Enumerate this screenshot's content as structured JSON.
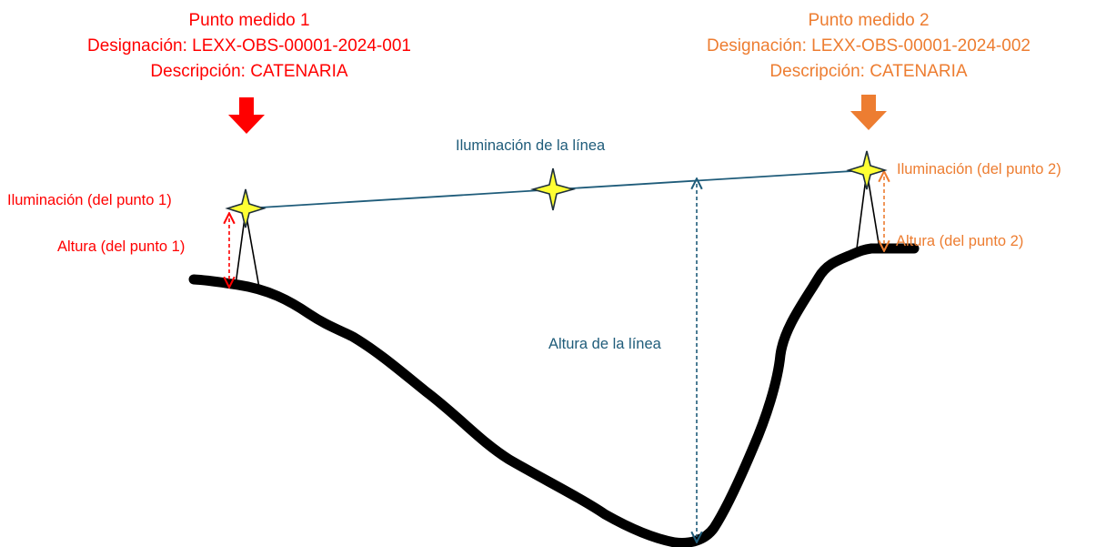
{
  "point1": {
    "title": "Punto medido 1",
    "designation": "Designación: LEXX-OBS-00001-2024-001",
    "description": "Descripción: CATENARIA",
    "illumination_label": "Iluminación (del punto 1)",
    "height_label": "Altura (del punto 1)",
    "color": "#ff0000"
  },
  "point2": {
    "title": "Punto medido 2",
    "designation": "Designación: LEXX-OBS-00001-2024-002",
    "description": "Descripción: CATENARIA",
    "illumination_label": "Iluminación (del punto 2)",
    "height_label": "Altura (del punto 2)",
    "color": "#ed7d31"
  },
  "line": {
    "illumination_label": "Iluminación de la línea",
    "height_label": "Altura de la línea",
    "color": "#1f5c7a"
  },
  "icons": {
    "marker": "four-point-star-icon",
    "pointer": "down-arrow-icon",
    "instrument": "tripod-icon"
  }
}
